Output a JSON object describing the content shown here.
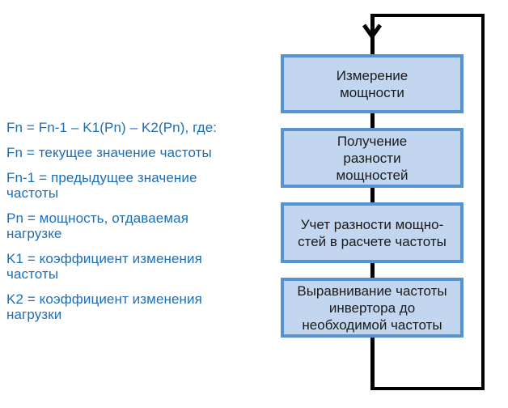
{
  "colors": {
    "box_fill": "#C3D6EF",
    "box_border": "#5694D1",
    "connector_line": "#000000",
    "legend_text": "#1E6EB6",
    "box_text": "#1A1A1A",
    "background": "#FFFFFF"
  },
  "legend": {
    "lines": [
      "Fn = Fn-1 – K1(Pn) – K2(Pn), где:",
      "Fn = текущее значение частоты",
      "Fn-1 = предыдущее значение\nчастоты",
      "Pn = мощность, отдаваемая\nнагрузке",
      "K1 = коэффициент изменения\nчастоты",
      "K2 = коэффициент изменения\nнагрузки"
    ]
  },
  "flowchart": {
    "loop_direction": "bottom-right-up-top-left-down",
    "steps": [
      {
        "text": "Измерение\nмощности"
      },
      {
        "text": "Получение\nразности\nмощностей"
      },
      {
        "text": "Учет разности мощно-\nстей в расчете частоты"
      },
      {
        "text": "Выравнивание частоты\nинвертора до\nнеобходимой частоты"
      }
    ]
  }
}
